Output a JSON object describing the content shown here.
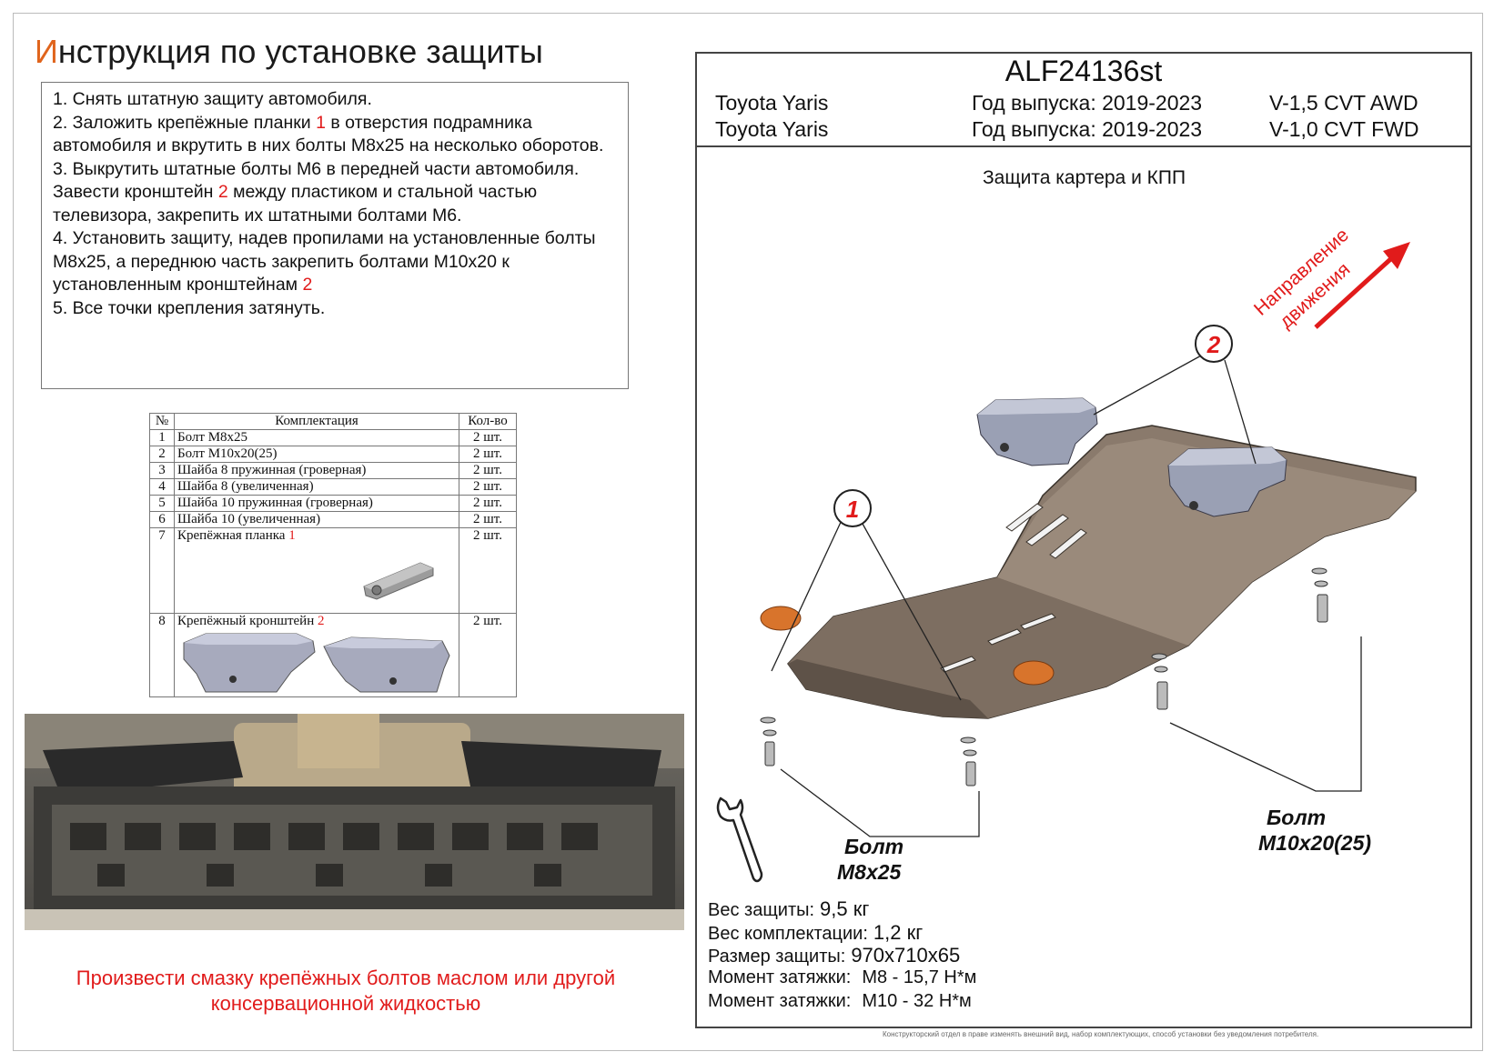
{
  "title": {
    "first_letter": "И",
    "rest": "нструкция по установке защиты"
  },
  "instructions": [
    {
      "pre": "1. Снять штатную защиту автомобиля.",
      "ref": "",
      "post": ""
    },
    {
      "pre": "2. Заложить крепёжные планки ",
      "ref": "1",
      "post": " в отверстия подрамника автомобиля и вкрутить в них болты М8х25 на несколько оборотов."
    },
    {
      "pre": "3. Выкрутить штатные болты М6 в передней части автомобиля. Завести кронштейн ",
      "ref": "2",
      "post": " между пластиком и стальной частью телевизора, закрепить их штатными болтами М6."
    },
    {
      "pre": "4. Установить защиту, надев пропилами на установленные болты М8х25, а переднюю часть закрепить болтами М10х20 к установленным кронштейнам ",
      "ref": "2",
      "post": ""
    },
    {
      "pre": "5. Все точки крепления затянуть.",
      "ref": "",
      "post": ""
    }
  ],
  "kit_table": {
    "headers": [
      "№",
      "Комплектация",
      "Кол-во"
    ],
    "rows": [
      {
        "num": "1",
        "name": "Болт М8х25",
        "ref": "",
        "qty": "2 шт."
      },
      {
        "num": "2",
        "name": "Болт М10х20(25)",
        "ref": "",
        "qty": "2 шт."
      },
      {
        "num": "3",
        "name": "Шайба 8 пружинная (гроверная)",
        "ref": "",
        "qty": "2 шт."
      },
      {
        "num": "4",
        "name": "Шайба 8 (увеличенная)",
        "ref": "",
        "qty": "2 шт."
      },
      {
        "num": "5",
        "name": "Шайба 10 пружинная (гроверная)",
        "ref": "",
        "qty": "2 шт."
      },
      {
        "num": "6",
        "name": "Шайба 10 (увеличенная)",
        "ref": "",
        "qty": "2 шт."
      },
      {
        "num": "7",
        "name": "Крепёжная планка ",
        "ref": "1",
        "qty": "2 шт."
      },
      {
        "num": "8",
        "name": "Крепёжный кронштейн ",
        "ref": "2",
        "qty": "2 шт."
      }
    ]
  },
  "note": "Произвести смазку крепёжных болтов маслом или другой консервационной жидкостью",
  "model_code": "ALF24136st",
  "vehicles": [
    {
      "model": "Toyota Yaris",
      "year": "Год выпуска: 2019-2023",
      "engine": "V-1,5 CVT AWD"
    },
    {
      "model": "Toyota Yaris",
      "year": "Год выпуска: 2019-2023",
      "engine": "V-1,0 CVT FWD"
    }
  ],
  "subtitle": "Защита картера и КПП",
  "direction_label": [
    "Направление",
    "движения"
  ],
  "callouts": [
    "1",
    "2"
  ],
  "bolt_labels": {
    "left": [
      "Болт",
      "М8х25"
    ],
    "right": [
      "Болт",
      "М10х20(25)"
    ]
  },
  "specs": [
    {
      "label": "Вес защиты:",
      "value": "9,5 кг"
    },
    {
      "label": "Вес комплектации:",
      "value": "1,2 кг"
    },
    {
      "label": "Размер защиты:",
      "value": "970х710х65"
    },
    {
      "label": "Момент затяжки:",
      "value": "М8 - 15,7 Н*м"
    },
    {
      "label": "Момент затяжки:",
      "value": "М10 - 32 Н*м"
    }
  ],
  "disclaimer": "Конструкторский отдел в праве изменять внешний вид, набор комплектующих, способ установки без уведомления потребителя.",
  "colors": {
    "accent_red": "#e11b1b",
    "title_orange": "#e0641c",
    "plate": "#8a7a6c",
    "bracket": "#9aa0b4",
    "pad": "#d8742c"
  }
}
